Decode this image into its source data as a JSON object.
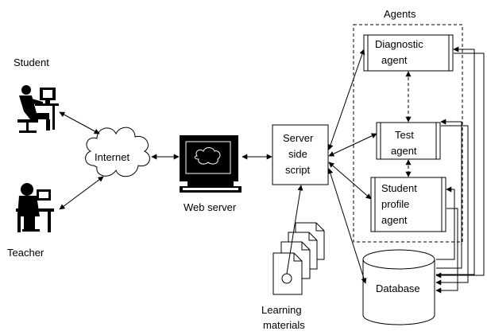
{
  "labels": {
    "agents": "Agents",
    "student": "Student",
    "teacher": "Teacher",
    "internet": "Internet",
    "web_server": "Web server",
    "server_script": [
      "Server",
      "side",
      "script"
    ],
    "diagnostic_agent": [
      "Diagnostic",
      "agent"
    ],
    "test_agent": [
      "Test",
      "agent"
    ],
    "student_profile_agent": [
      "Student",
      "profile",
      "agent"
    ],
    "database": "Database",
    "learning_materials": [
      "Learning",
      "materials"
    ]
  }
}
